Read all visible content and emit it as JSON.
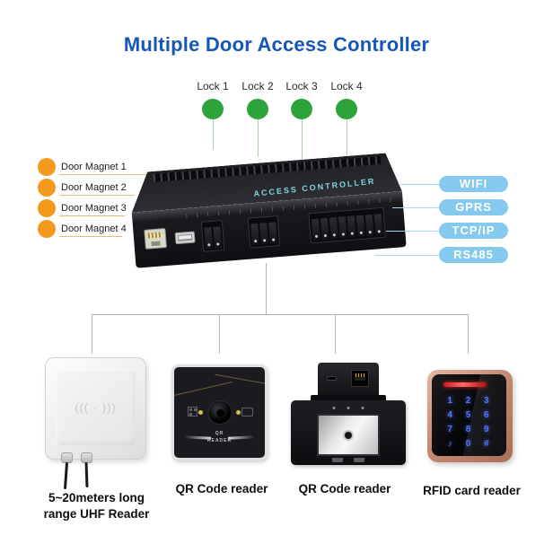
{
  "title": "Multiple Door Access Controller",
  "locks": [
    "Lock 1",
    "Lock 2",
    "Lock 3",
    "Lock 4"
  ],
  "door_magnets": [
    "Door Magnet 1",
    "Door Magnet 2",
    "Door Magnet 3",
    "Door Magnet 4"
  ],
  "controller": {
    "label": "ACCESS CONTROLLER"
  },
  "connectivity": [
    "WIFI",
    "GPRS",
    "TCP/IP",
    "RS485"
  ],
  "icons": {
    "uhf_wave_icon": "((( · )))",
    "bell_key_icon": "♪"
  },
  "qr1_panel_text": "QR\nREADER",
  "rfid_keys": [
    "1",
    "2",
    "3",
    "4",
    "5",
    "6",
    "7",
    "8",
    "9",
    "♪",
    "0",
    "#"
  ],
  "device_labels": {
    "uhf": "5~20meters long range UHF Reader",
    "qr1": "QR Code reader",
    "qr2": "QR Code reader",
    "rfid": "RFID card reader"
  },
  "colors": {
    "title_blue": "#1556b7",
    "badge_blue": "#85c9ee",
    "lock_green": "#2ea33c",
    "magnet_orange": "#f49a1e",
    "line_gray": "#b4b4b4"
  }
}
